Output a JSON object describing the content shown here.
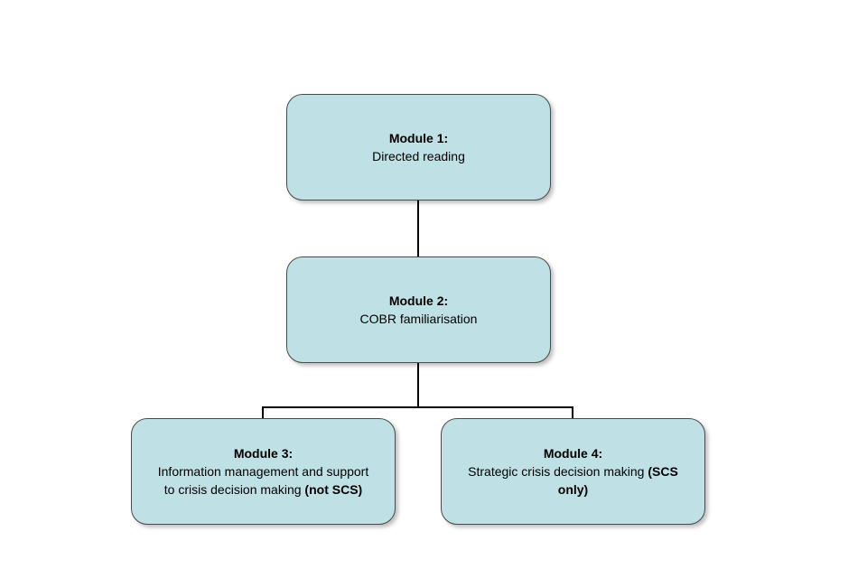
{
  "modules": [
    {
      "title": "Module 1:",
      "line1": "Directed reading"
    },
    {
      "title": "Module 2:",
      "line1": "COBR familiarisation"
    },
    {
      "title": "Module 3:",
      "line1": "Information management and support",
      "line2": "to crisis decision making",
      "qualifier": "(not SCS)"
    },
    {
      "title": "Module 4:",
      "line1": "Strategic crisis decision making",
      "qualifier_part1": "(SCS",
      "qualifier_part2": "only)"
    }
  ],
  "colors": {
    "node_fill": "#bfe0e4",
    "node_border": "#4a4a4a",
    "connector": "#000000"
  }
}
